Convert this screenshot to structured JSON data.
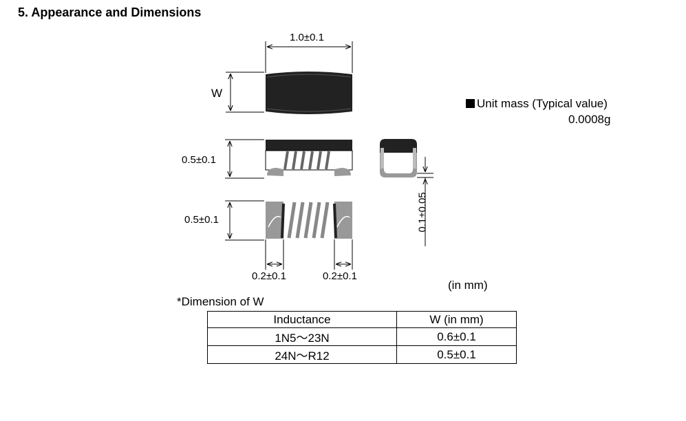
{
  "section_title": "5. Appearance and Dimensions",
  "dims": {
    "length": "1.0±0.1",
    "w": "W",
    "height_side": "0.5±0.1",
    "width_bottom": "0.5±0.1",
    "electrode_left": "0.2±0.1",
    "electrode_right": "0.2±0.1",
    "gap": "0.1±0.05"
  },
  "unit_mass_label": "Unit mass (Typical value)",
  "unit_mass_value": "0.0008g",
  "units_note": "(in mm)",
  "w_note": "*Dimension of W",
  "table": {
    "headers": [
      "Inductance",
      "W (in mm)"
    ],
    "rows": [
      [
        "1N5～23N",
        "0.6±0.1"
      ],
      [
        "24N～R12",
        "0.5±0.1"
      ]
    ]
  }
}
